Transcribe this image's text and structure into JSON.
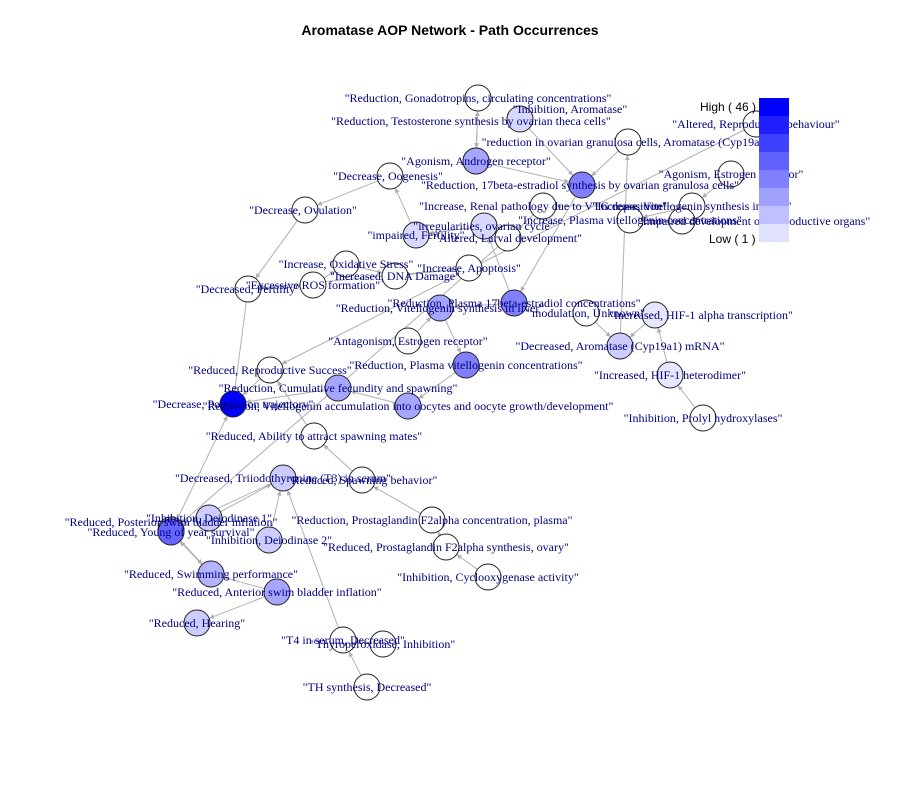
{
  "title": "Aromatase AOP Network - Path Occurrences",
  "legend": {
    "high_label": "High ( 46 )",
    "low_label": "Low ( 1 )",
    "colors": [
      "#0000ff",
      "#2020ff",
      "#4040ff",
      "#6060ff",
      "#8080ff",
      "#a0a0ff",
      "#c0c0ff",
      "#e0e0ff"
    ]
  },
  "colors": {
    "edge": "#b0b0b0",
    "node_stroke": "#222222",
    "label": "#000080"
  },
  "nodes": [
    {
      "id": "n1",
      "label": "\"Reduction, Gonadotropins, circulating concentrations\"",
      "level": 0
    },
    {
      "id": "n2",
      "label": "\"Inhibition, Aromatase\"",
      "level": 0.15
    },
    {
      "id": "n3",
      "label": "\"Reduction, Testosterone synthesis by ovarian theca cells\"",
      "level": 0
    },
    {
      "id": "n4",
      "label": "\"reduction in ovarian granulosa cells, Aromatase (Cyp19a1)\"",
      "level": 0
    },
    {
      "id": "n5",
      "label": "\"Agonism, Androgen receptor\"",
      "level": 0.35
    },
    {
      "id": "n6",
      "label": "\"Decrease, Oogenesis\"",
      "level": 0
    },
    {
      "id": "n7",
      "label": "\"Reduction, 17beta-estradiol synthesis by ovarian granulosa cells\"",
      "level": 0.5
    },
    {
      "id": "n8",
      "label": "\"Decrease, Ovulation\"",
      "level": 0
    },
    {
      "id": "n9",
      "label": "\"Increase, Renal pathology due to VTG deposition\"",
      "level": 0
    },
    {
      "id": "n10",
      "label": "\"Increase, Plasma vitellogenin concentrations\"",
      "level": 0
    },
    {
      "id": "n11",
      "label": "\"impaired, Fertility\"",
      "level": 0.15
    },
    {
      "id": "n12",
      "label": "\"irregularities, ovarian cycle\"",
      "level": 0.15
    },
    {
      "id": "n13",
      "label": "\"Altered, Larval development\"",
      "level": 0
    },
    {
      "id": "n14",
      "label": "\"Increase, Oxidative Stress\"",
      "level": 0
    },
    {
      "id": "n15",
      "label": "\"Increased, DNA Damage\"",
      "level": 0
    },
    {
      "id": "n16",
      "label": "\"Increase, Apoptosis\"",
      "level": 0
    },
    {
      "id": "n17",
      "label": "\"Decreased, Fertility\"",
      "level": 0
    },
    {
      "id": "n18",
      "label": "\"Excessive ROS formation\"",
      "level": 0
    },
    {
      "id": "n19",
      "label": "\"Reduction, Plasma 17beta-estradiol concentrations\"",
      "level": 0.5
    },
    {
      "id": "n20",
      "label": "\"Reduction, Vitellogenin synthesis in liver\"",
      "level": 0.35
    },
    {
      "id": "n21",
      "label": "\"modulation, Unknown\"",
      "level": 0
    },
    {
      "id": "n22",
      "label": "\"Increased, HIF-1 alpha transcription\"",
      "level": 0.1
    },
    {
      "id": "n23",
      "label": "\"Antagonism, Estrogen receptor\"",
      "level": 0
    },
    {
      "id": "n24",
      "label": "\"Decreased, Aromatase (Cyp19a1) mRNA\"",
      "level": 0.2
    },
    {
      "id": "n25",
      "label": "\"Reduction, Plasma vitellogenin concentrations\"",
      "level": 0.5
    },
    {
      "id": "n26",
      "label": "\"Increased, HIF-1 heterodimer\"",
      "level": 0.1
    },
    {
      "id": "n27",
      "label": "\"Reduced, Reproductive Success\"",
      "level": 0
    },
    {
      "id": "n28",
      "label": "\"Reduction, Cumulative fecundity and spawning\"",
      "level": 0.35
    },
    {
      "id": "n29",
      "label": "\"Decrease, Population trajectory\"",
      "level": 1
    },
    {
      "id": "n30",
      "label": "\"Reduction, Vitellogenin accumulation into oocytes and oocyte growth/development\"",
      "level": 0.35
    },
    {
      "id": "n31",
      "label": "\"Inhibition, Prolyl hydroxylases\"",
      "level": 0
    },
    {
      "id": "n32",
      "label": "\"Reduced, Ability to attract spawning mates\"",
      "level": 0
    },
    {
      "id": "n33",
      "label": "\"Decreased, Triiodothyronine (T3) in serum\"",
      "level": 0.2
    },
    {
      "id": "n34",
      "label": "\"Reduced, Spawning behavior\"",
      "level": 0
    },
    {
      "id": "n35",
      "label": "\"Inhibition, Deiodinase 1\"",
      "level": 0.2
    },
    {
      "id": "n36",
      "label": "\"Reduction, Prostaglandin F2alpha concentration, plasma\"",
      "level": 0
    },
    {
      "id": "n37",
      "label": "\"Reduced, Posterior swim bladder inflation\"",
      "level": 0.3
    },
    {
      "id": "n38",
      "label": "\"Reduced, Young of year survival\"",
      "level": 0.6
    },
    {
      "id": "n39",
      "label": "\"Inhibition, Deiodinase 2\"",
      "level": 0.2
    },
    {
      "id": "n40",
      "label": "\"Reduced, Prostaglandin F2alpha synthesis, ovary\"",
      "level": 0
    },
    {
      "id": "n41",
      "label": "\"Inhibition, Cyclooxygenase activity\"",
      "level": 0
    },
    {
      "id": "n42",
      "label": "\"Reduced, Swimming performance\"",
      "level": 0.3
    },
    {
      "id": "n43",
      "label": "\"Reduced, Anterior swim bladder inflation\"",
      "level": 0.35
    },
    {
      "id": "n44",
      "label": "\"Reduced, Hearing\"",
      "level": 0.2
    },
    {
      "id": "n45",
      "label": "\"T4 in serum, Decreased\"",
      "level": 0
    },
    {
      "id": "n46",
      "label": "\"Thyroperoxidase, Inhibition\"",
      "level": 0
    },
    {
      "id": "n47",
      "label": "\"TH synthesis, Decreased\"",
      "level": 0
    },
    {
      "id": "n48",
      "label": "\"Altered, Reproductive behaviour\"",
      "level": 0
    },
    {
      "id": "n49",
      "label": "\"Agonism, Estrogen receptor\"",
      "level": 0
    },
    {
      "id": "n50",
      "label": "\"Increase, Vitellogenin synthesis in liver\"",
      "level": 0
    },
    {
      "id": "n51",
      "label": "\"Impaired development of, reproductive organs\"",
      "level": 0
    }
  ],
  "edges": [
    [
      "n1",
      "n3"
    ],
    [
      "n2",
      "n7"
    ],
    [
      "n3",
      "n7"
    ],
    [
      "n4",
      "n7"
    ],
    [
      "n5",
      "n1"
    ],
    [
      "n7",
      "n19"
    ],
    [
      "n6",
      "n8"
    ],
    [
      "n8",
      "n17"
    ],
    [
      "n11",
      "n6"
    ],
    [
      "n12",
      "n11"
    ],
    [
      "n19",
      "n20"
    ],
    [
      "n19",
      "n12"
    ],
    [
      "n20",
      "n25"
    ],
    [
      "n25",
      "n30"
    ],
    [
      "n30",
      "n28"
    ],
    [
      "n28",
      "n29"
    ],
    [
      "n17",
      "n29"
    ],
    [
      "n14",
      "n15"
    ],
    [
      "n15",
      "n16"
    ],
    [
      "n16",
      "n17"
    ],
    [
      "n18",
      "n14"
    ],
    [
      "n23",
      "n20"
    ],
    [
      "n24",
      "n4"
    ],
    [
      "n22",
      "n24"
    ],
    [
      "n26",
      "n22"
    ],
    [
      "n31",
      "n26"
    ],
    [
      "n21",
      "n24"
    ],
    [
      "n27",
      "n29"
    ],
    [
      "n32",
      "n27"
    ],
    [
      "n34",
      "n32"
    ],
    [
      "n36",
      "n34"
    ],
    [
      "n40",
      "n36"
    ],
    [
      "n41",
      "n40"
    ],
    [
      "n33",
      "n37"
    ],
    [
      "n35",
      "n33"
    ],
    [
      "n39",
      "n33"
    ],
    [
      "n37",
      "n42"
    ],
    [
      "n42",
      "n38"
    ],
    [
      "n43",
      "n42"
    ],
    [
      "n38",
      "n29"
    ],
    [
      "n43",
      "n44"
    ],
    [
      "n45",
      "n33"
    ],
    [
      "n46",
      "n45"
    ],
    [
      "n47",
      "n45"
    ],
    [
      "n49",
      "n50"
    ],
    [
      "n50",
      "n9"
    ],
    [
      "n50",
      "n10"
    ],
    [
      "n10",
      "n51"
    ],
    [
      "n48",
      "n27"
    ],
    [
      "n13",
      "n38"
    ],
    [
      "n9",
      "n13"
    ]
  ]
}
